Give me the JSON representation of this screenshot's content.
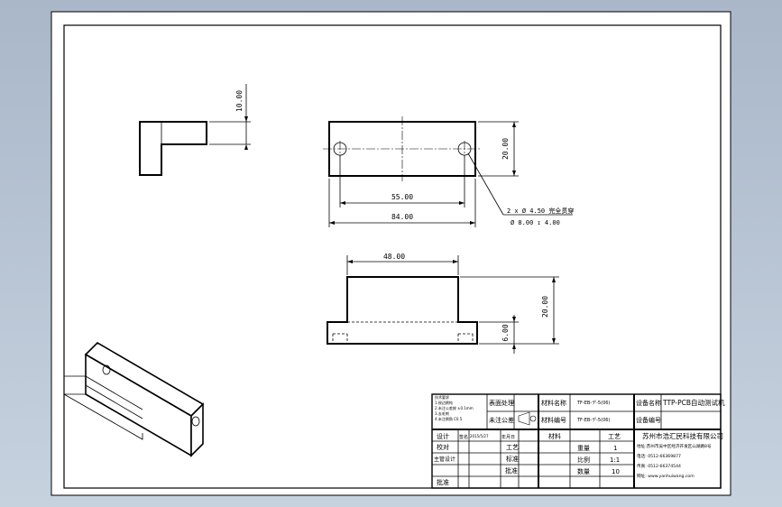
{
  "dimensions": {
    "side_height": "10.00",
    "hole_spacing": "55.00",
    "overall_length": "84.00",
    "front_height": "20.00",
    "hole_callout_line1": "2 x Ø 4.50 完全贯穿",
    "hole_callout_line2": "Ø 8.00 ↧ 4.00",
    "boss_width": "48.00",
    "total_height": "20.00",
    "base_height": "6.00"
  },
  "title_block": {
    "material": "材料名称",
    "material_value": "TF-EB-デ-5(06)",
    "equipment_name_label": "设备名称",
    "equipment_name_value": "TTP-PCB自动测试机",
    "part_no_label": "材料编号",
    "part_no_value": "TF-EB-デ-5(06)",
    "equipment_no_label": "设备编号",
    "surface_label": "表面处理",
    "tolerance_label": "未注公差",
    "design_label": "设计",
    "signature_label": "签名",
    "date_label": "年月日",
    "date_value": "2015/5/27",
    "check_label": "校对",
    "process_label": "工艺",
    "chief_label": "主管设计",
    "standard_label": "标准",
    "approve_label": "批准",
    "material_col": "材料",
    "process_col": "工艺",
    "weight_label": "重量",
    "weight_value": "1",
    "scale_label": "比例",
    "scale_value": "1:1",
    "qty_label": "数量",
    "qty_value": "10",
    "company_name": "苏州市浩汇民科技有限公司",
    "company_addr": "地址:苏州市吴中区经济开发区山湖路8号",
    "company_tel": "电话: 0512-66369877",
    "company_fax": "传真: 0512-66374544",
    "company_web": "网址: www.yanhuiwang.com",
    "notes_line1": "技术要求",
    "notes_line2": "1.锐边倒钝",
    "notes_line3": "2.未注公差按 ±0.1mm",
    "notes_line4": "3.去毛刺",
    "notes_line5": "4.未注倒角 C0.5"
  }
}
